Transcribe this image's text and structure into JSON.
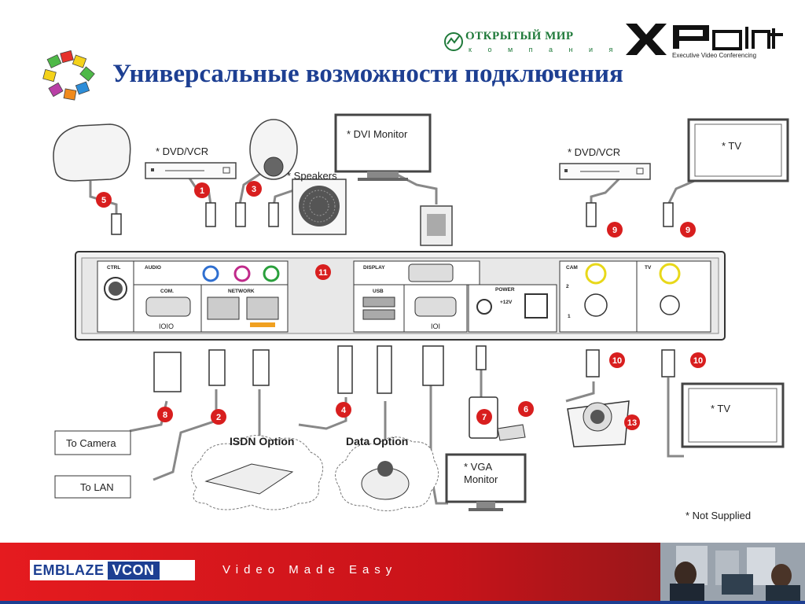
{
  "header": {
    "title": "Универсальные возможности подключения",
    "company_name": "ОТКРЫТЫЙ МИР",
    "company_sub": "к о м п а н и я",
    "brand_logo": "XPoint",
    "brand_sub": "Executive Video Conferencing"
  },
  "device_labels": {
    "dvd_left": "* DVD/VCR",
    "dvd_right": "* DVD/VCR",
    "dvi_monitor": "* DVI Monitor",
    "speakers": "* Speakers",
    "tv_top": "* TV",
    "tv_bottom": "* TV",
    "vga_monitor_1": "* VGA",
    "vga_monitor_2": "Monitor",
    "to_camera": "To Camera",
    "to_lan": "To LAN",
    "isdn_option": "ISDN Option",
    "data_option": "Data Option",
    "not_supplied": "* Not Supplied"
  },
  "panel_labels": {
    "ctrl": "CTRL",
    "audio": "AUDIO",
    "com": "COM.",
    "com_sym": "IOIO",
    "network": "NETWORK",
    "display": "DISPLAY",
    "usb": "USB",
    "vga_sym": "IOI",
    "power": "POWER",
    "volt": "+12V",
    "cam": "CAM",
    "cam_in2": "2",
    "cam_in1": "1",
    "tv": "TV"
  },
  "callouts": [
    "1",
    "2",
    "3",
    "4",
    "5",
    "6",
    "7",
    "8",
    "9",
    "9",
    "10",
    "10",
    "11",
    "13"
  ],
  "footer": {
    "brand_part1": "EMBLAZE",
    "brand_part2": "VCON",
    "slogan": "Video Made Easy"
  },
  "colors": {
    "title_blue": "#1d3f92",
    "callout_red": "#d81e1e",
    "footer_red": "#d7151c",
    "company_green": "#1f7a3a"
  },
  "icons": [
    "puzzle-logo-icon",
    "open-world-logo-icon",
    "speaker-icon",
    "camera-icon",
    "power-adapter-icon",
    "usb-icon",
    "ethernet-icon"
  ]
}
